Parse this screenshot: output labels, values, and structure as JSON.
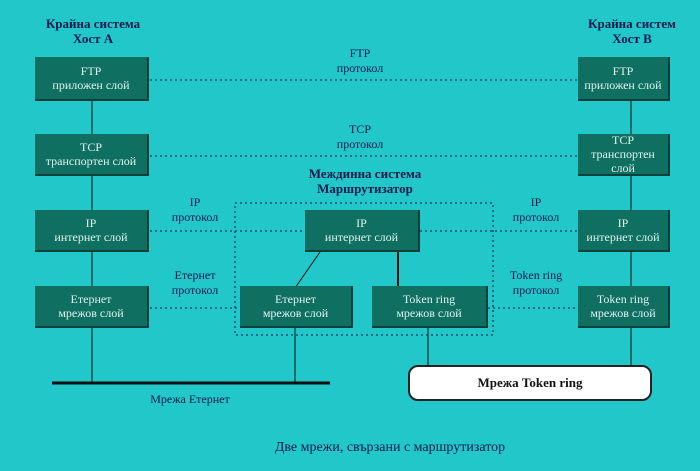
{
  "hostA": {
    "line1": "Крайна система",
    "line2": "Хост А"
  },
  "hostB": {
    "line1": "Крайна систем",
    "line2": "Хост В"
  },
  "router": {
    "line1": "Междинна система",
    "line2": "Маршрутизатор"
  },
  "protocols": {
    "ftp": [
      "FTP",
      "протокол"
    ],
    "tcp": [
      "TCP",
      "протокол"
    ],
    "ip_left": [
      "IP",
      "протокол"
    ],
    "ip_right": [
      "IP",
      "протокол"
    ],
    "ethernet": [
      "Етернет",
      "протокол"
    ],
    "tokenring": [
      "Token ring",
      "протокол"
    ]
  },
  "layers": {
    "ftp": [
      "FTP",
      "приложен слой"
    ],
    "tcp": [
      "TCP",
      "транспортен слой"
    ],
    "ip": [
      "IP",
      "интернет слой"
    ],
    "ethernet": [
      "Етернет",
      "мрежов слой"
    ],
    "tokenring": [
      "Token ring",
      "мрежов слой"
    ]
  },
  "networks": {
    "ethernet": "Мрежа Етернет",
    "tokenring": "Мрежа Token ring"
  },
  "caption": "Две мрежи, свързани с маршрутизатор"
}
